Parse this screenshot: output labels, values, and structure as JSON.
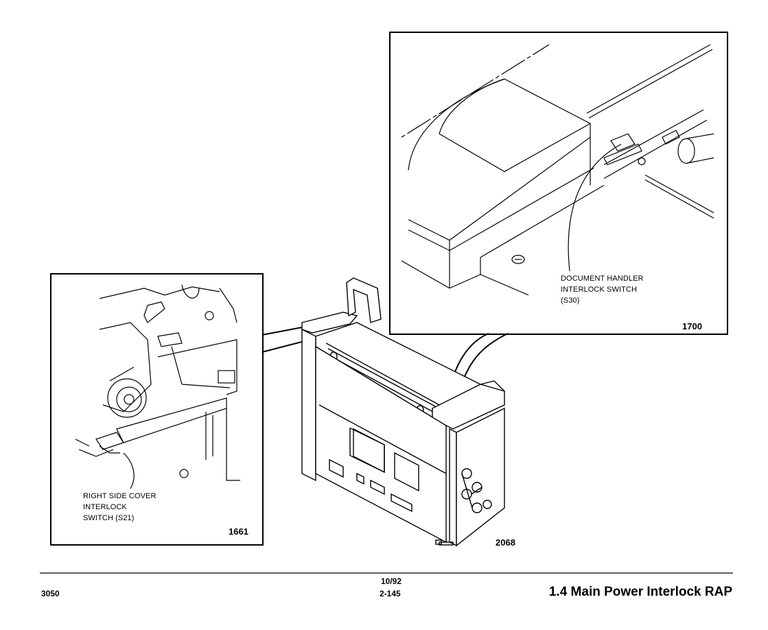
{
  "figures": {
    "top_right": {
      "callout_lines": [
        "DOCUMENT HANDLER",
        "INTERLOCK SWITCH",
        "(S30)"
      ],
      "figure_number": "1700"
    },
    "left": {
      "callout_lines": [
        "RIGHT SIDE COVER",
        "INTERLOCK",
        "SWITCH (S21)"
      ],
      "figure_number": "1661"
    },
    "main": {
      "figure_number": "2068"
    }
  },
  "footer": {
    "date": "10/92",
    "model": "3050",
    "page_number": "2-145",
    "section_title": "1.4 Main Power Interlock RAP"
  }
}
